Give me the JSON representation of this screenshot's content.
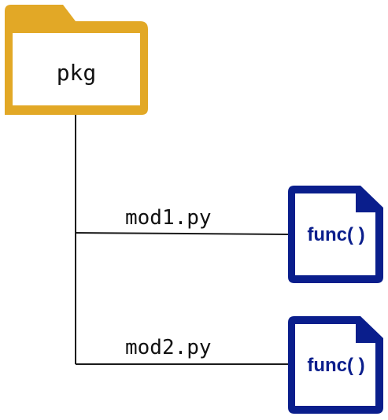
{
  "package": {
    "label": "pkg",
    "icon": "folder-icon",
    "color": "#E2A826"
  },
  "modules": [
    {
      "label": "mod1.py",
      "icon": "file-icon",
      "content": "func( )",
      "color": "#0A1E8C"
    },
    {
      "label": "mod2.py",
      "icon": "file-icon",
      "content": "func( )",
      "color": "#0A1E8C"
    }
  ],
  "connector_color": "#1a1a1a"
}
